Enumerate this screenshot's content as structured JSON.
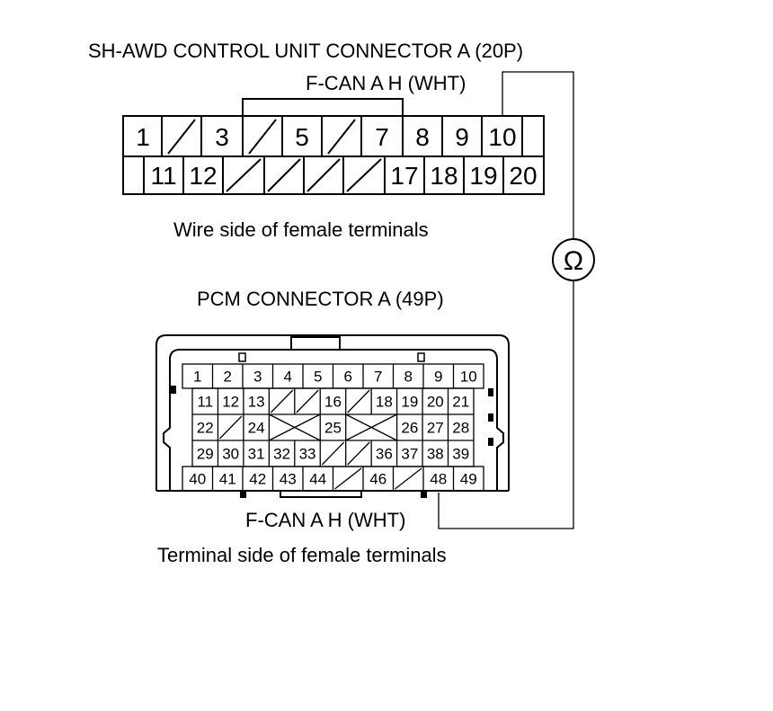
{
  "connector_a": {
    "title": "SH-AWD CONTROL UNIT CONNECTOR A (20P)",
    "wire_label": "F-CAN A H (WHT)",
    "side_label": "Wire side of female terminals",
    "row1": [
      "1",
      "",
      "3",
      "",
      "5",
      "",
      "7",
      "8",
      "9",
      "10"
    ],
    "row2": [
      "11",
      "12",
      "",
      "",
      "",
      "",
      "17",
      "18",
      "19",
      "20"
    ]
  },
  "meter": {
    "symbol": "Ω"
  },
  "pcm_connector": {
    "title": "PCM CONNECTOR A (49P)",
    "wire_label": "F-CAN A H (WHT)",
    "side_label": "Terminal side of female terminals",
    "row1": [
      "1",
      "2",
      "3",
      "4",
      "5",
      "6",
      "7",
      "8",
      "9",
      "10"
    ],
    "row2": [
      "11",
      "12",
      "13",
      "",
      "",
      "16",
      "",
      "18",
      "19",
      "20",
      "21"
    ],
    "row3": [
      "22",
      "",
      "24",
      "",
      "",
      "25",
      "",
      "",
      "26",
      "27",
      "28"
    ],
    "row4": [
      "29",
      "30",
      "31",
      "32",
      "33",
      "",
      "",
      "36",
      "37",
      "38",
      "39"
    ],
    "row5": [
      "40",
      "41",
      "42",
      "43",
      "44",
      "",
      "46",
      "",
      "48",
      "49"
    ]
  }
}
